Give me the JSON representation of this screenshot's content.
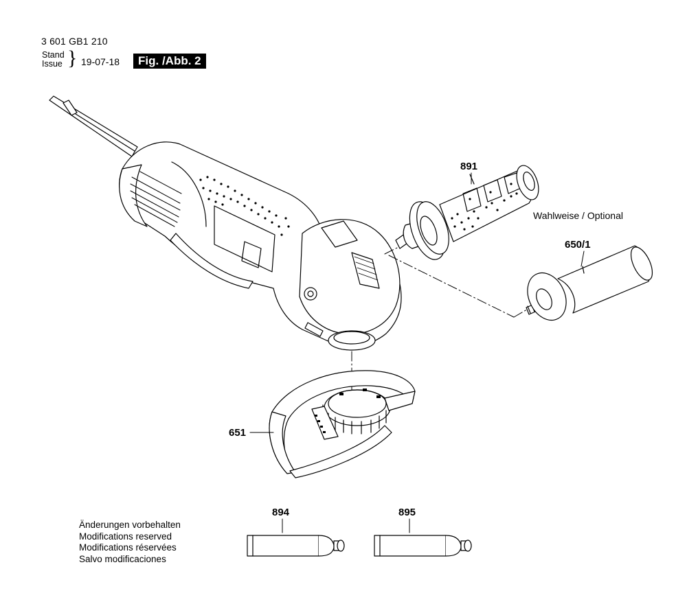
{
  "header": {
    "part_number": "3 601 GB1 210",
    "stand_label": "Stand",
    "issue_label": "Issue",
    "brace": "}",
    "date": "19-07-18",
    "figure_label": "Fig. /Abb. 2"
  },
  "callouts": {
    "p891": "891",
    "p650_1": "650/1",
    "p651": "651",
    "p894": "894",
    "p895": "895"
  },
  "optional_label": "Wahlweise / Optional",
  "notes": [
    "Änderungen vorbehalten",
    "Modifications reserved",
    "Modifications réservées",
    "Salvo modificaciones"
  ]
}
